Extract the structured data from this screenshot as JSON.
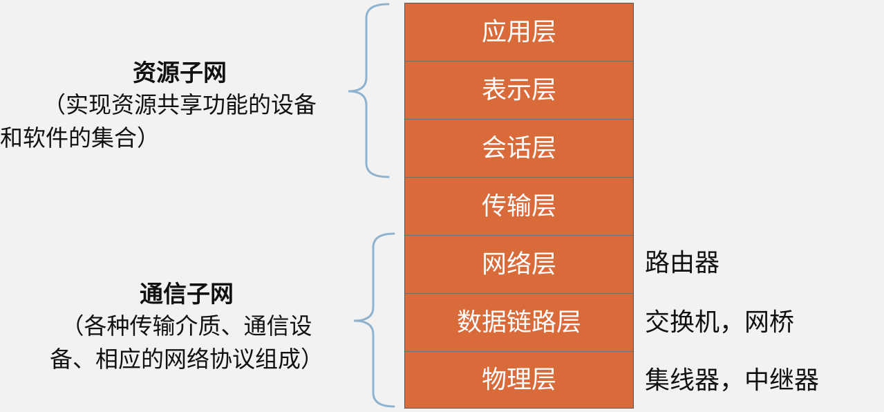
{
  "layers": [
    "应用层",
    "表示层",
    "会话层",
    "传输层",
    "网络层",
    "数据链路层",
    "物理层"
  ],
  "resource_subnet": {
    "title": "资源子网",
    "desc_line1": "（实现资源共享功能的设备",
    "desc_line2": "和软件的集合）"
  },
  "comm_subnet": {
    "title": "通信子网",
    "desc_line1": "（各种传输介质、通信设",
    "desc_line2": "备、相应的网络协议组成）"
  },
  "devices": {
    "network": "路由器",
    "datalink": "交换机，网桥",
    "physical": "集线器，中继器"
  },
  "colors": {
    "layer_fill": "#d96a3a",
    "brace": "#8fb3cf",
    "background": "#f2f2f2"
  }
}
